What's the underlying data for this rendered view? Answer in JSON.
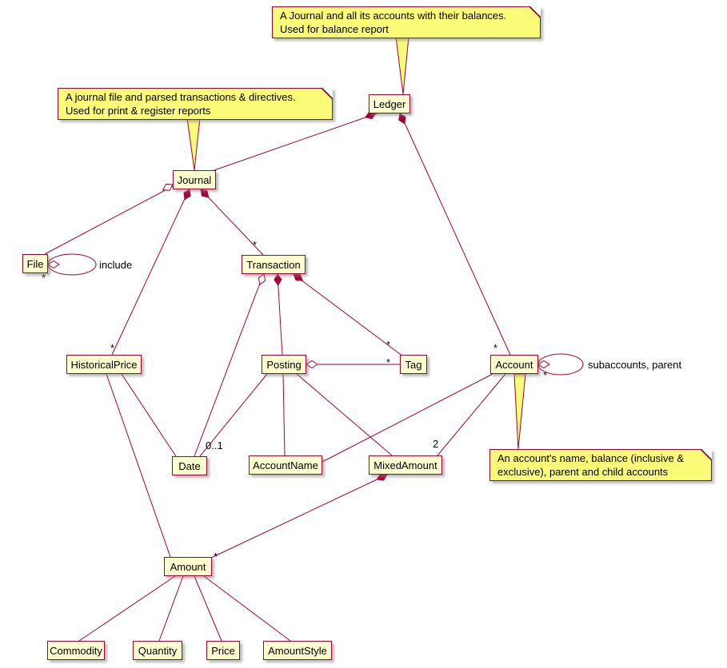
{
  "diagram": {
    "nodes": {
      "ledger": "Ledger",
      "journal": "Journal",
      "file": "File",
      "transaction": "Transaction",
      "historical_price": "HistoricalPrice",
      "posting": "Posting",
      "tag": "Tag",
      "account": "Account",
      "date": "Date",
      "account_name": "AccountName",
      "mixed_amount": "MixedAmount",
      "amount": "Amount",
      "commodity": "Commodity",
      "quantity": "Quantity",
      "price": "Price",
      "amount_style": "AmountStyle"
    },
    "notes": {
      "ledger": {
        "line1": "A Journal and all its accounts with their balances.",
        "line2": "Used for balance report"
      },
      "journal": {
        "line1": "A journal file and parsed transactions & directives.",
        "line2": "Used for print & register reports"
      },
      "account": {
        "line1": "An account's name, balance (inclusive &",
        "line2": "exclusive), parent and child accounts"
      }
    },
    "edge_labels": {
      "include": "include",
      "subaccounts_parent": "subaccounts, parent",
      "zero_or_one": "0..1",
      "two": "2",
      "many": "*"
    },
    "colors": {
      "line": "#A80036",
      "class_fill": "#FEFECE",
      "note_fill": "#FBFB77",
      "text": "#000000",
      "background": "#FFFFFF"
    }
  }
}
